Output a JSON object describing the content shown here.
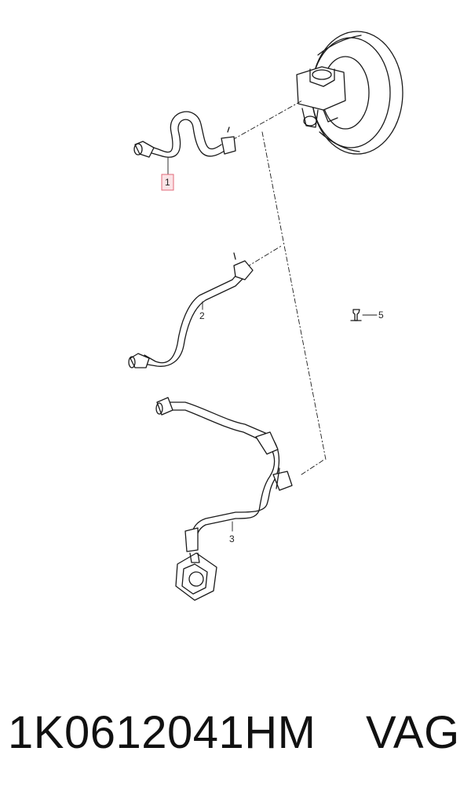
{
  "diagram": {
    "callouts": [
      {
        "id": "1",
        "label": "1",
        "highlighted": true
      },
      {
        "id": "2",
        "label": "2"
      },
      {
        "id": "3",
        "label": "3"
      },
      {
        "id": "5",
        "label": "5"
      }
    ],
    "colors": {
      "line": "#1a1a1a",
      "highlight_border": "#e06a78",
      "highlight_fill": "#fbe3e6",
      "background": "#ffffff"
    }
  },
  "caption": {
    "part_number": "1K0612041HM",
    "brand": "VAG"
  }
}
